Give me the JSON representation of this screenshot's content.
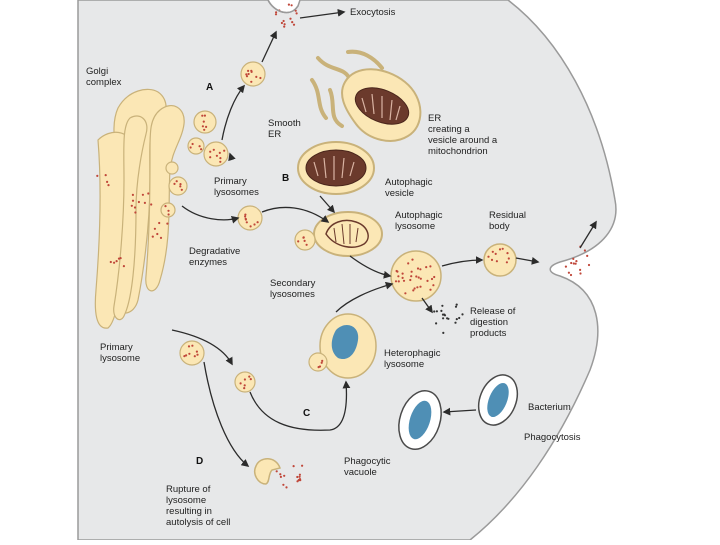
{
  "labels": {
    "exocytosis": "Exocytosis",
    "golgi": "Golgi\ncomplex",
    "smooth_er": "Smooth\nER",
    "er_vesicle": "ER\ncreating a\nvesicle around a\nmitochondrion",
    "primary_lysosomes": "Primary\nlysosomes",
    "autophagic_vesicle": "Autophagic\nvesicle",
    "autophagic_lysosome": "Autophagic\nlysosome",
    "residual_body": "Residual\nbody",
    "degradative_enzymes": "Degradative\nenzymes",
    "secondary_lysosomes": "Secondary\nlysosomes",
    "release_products": "Release of\ndigestion\nproducts",
    "primary_lysosome": "Primary\nlysosome",
    "heterophagic_lysosome": "Heterophagic\nlysosome",
    "bacterium": "Bacterium",
    "phagocytosis": "Phagocytosis",
    "phagocytic_vacuole": "Phagocytic\nvacuole",
    "rupture": "Rupture of\nlysosome\nresulting in\nautolysis of cell"
  },
  "steps": {
    "a": "A",
    "b": "B",
    "c": "C",
    "d": "D"
  },
  "colors": {
    "cell_fill": "#e7e8e9",
    "cell_outline": "#9a9a9a",
    "vesicle_fill": "#fbe7b5",
    "vesicle_outline": "#c9b27a",
    "enzyme_dot": "#c0473a",
    "mito_fill": "#6b3a2c",
    "bacterium_fill": "#4f8fb5",
    "arrow": "#2b2b2b"
  }
}
